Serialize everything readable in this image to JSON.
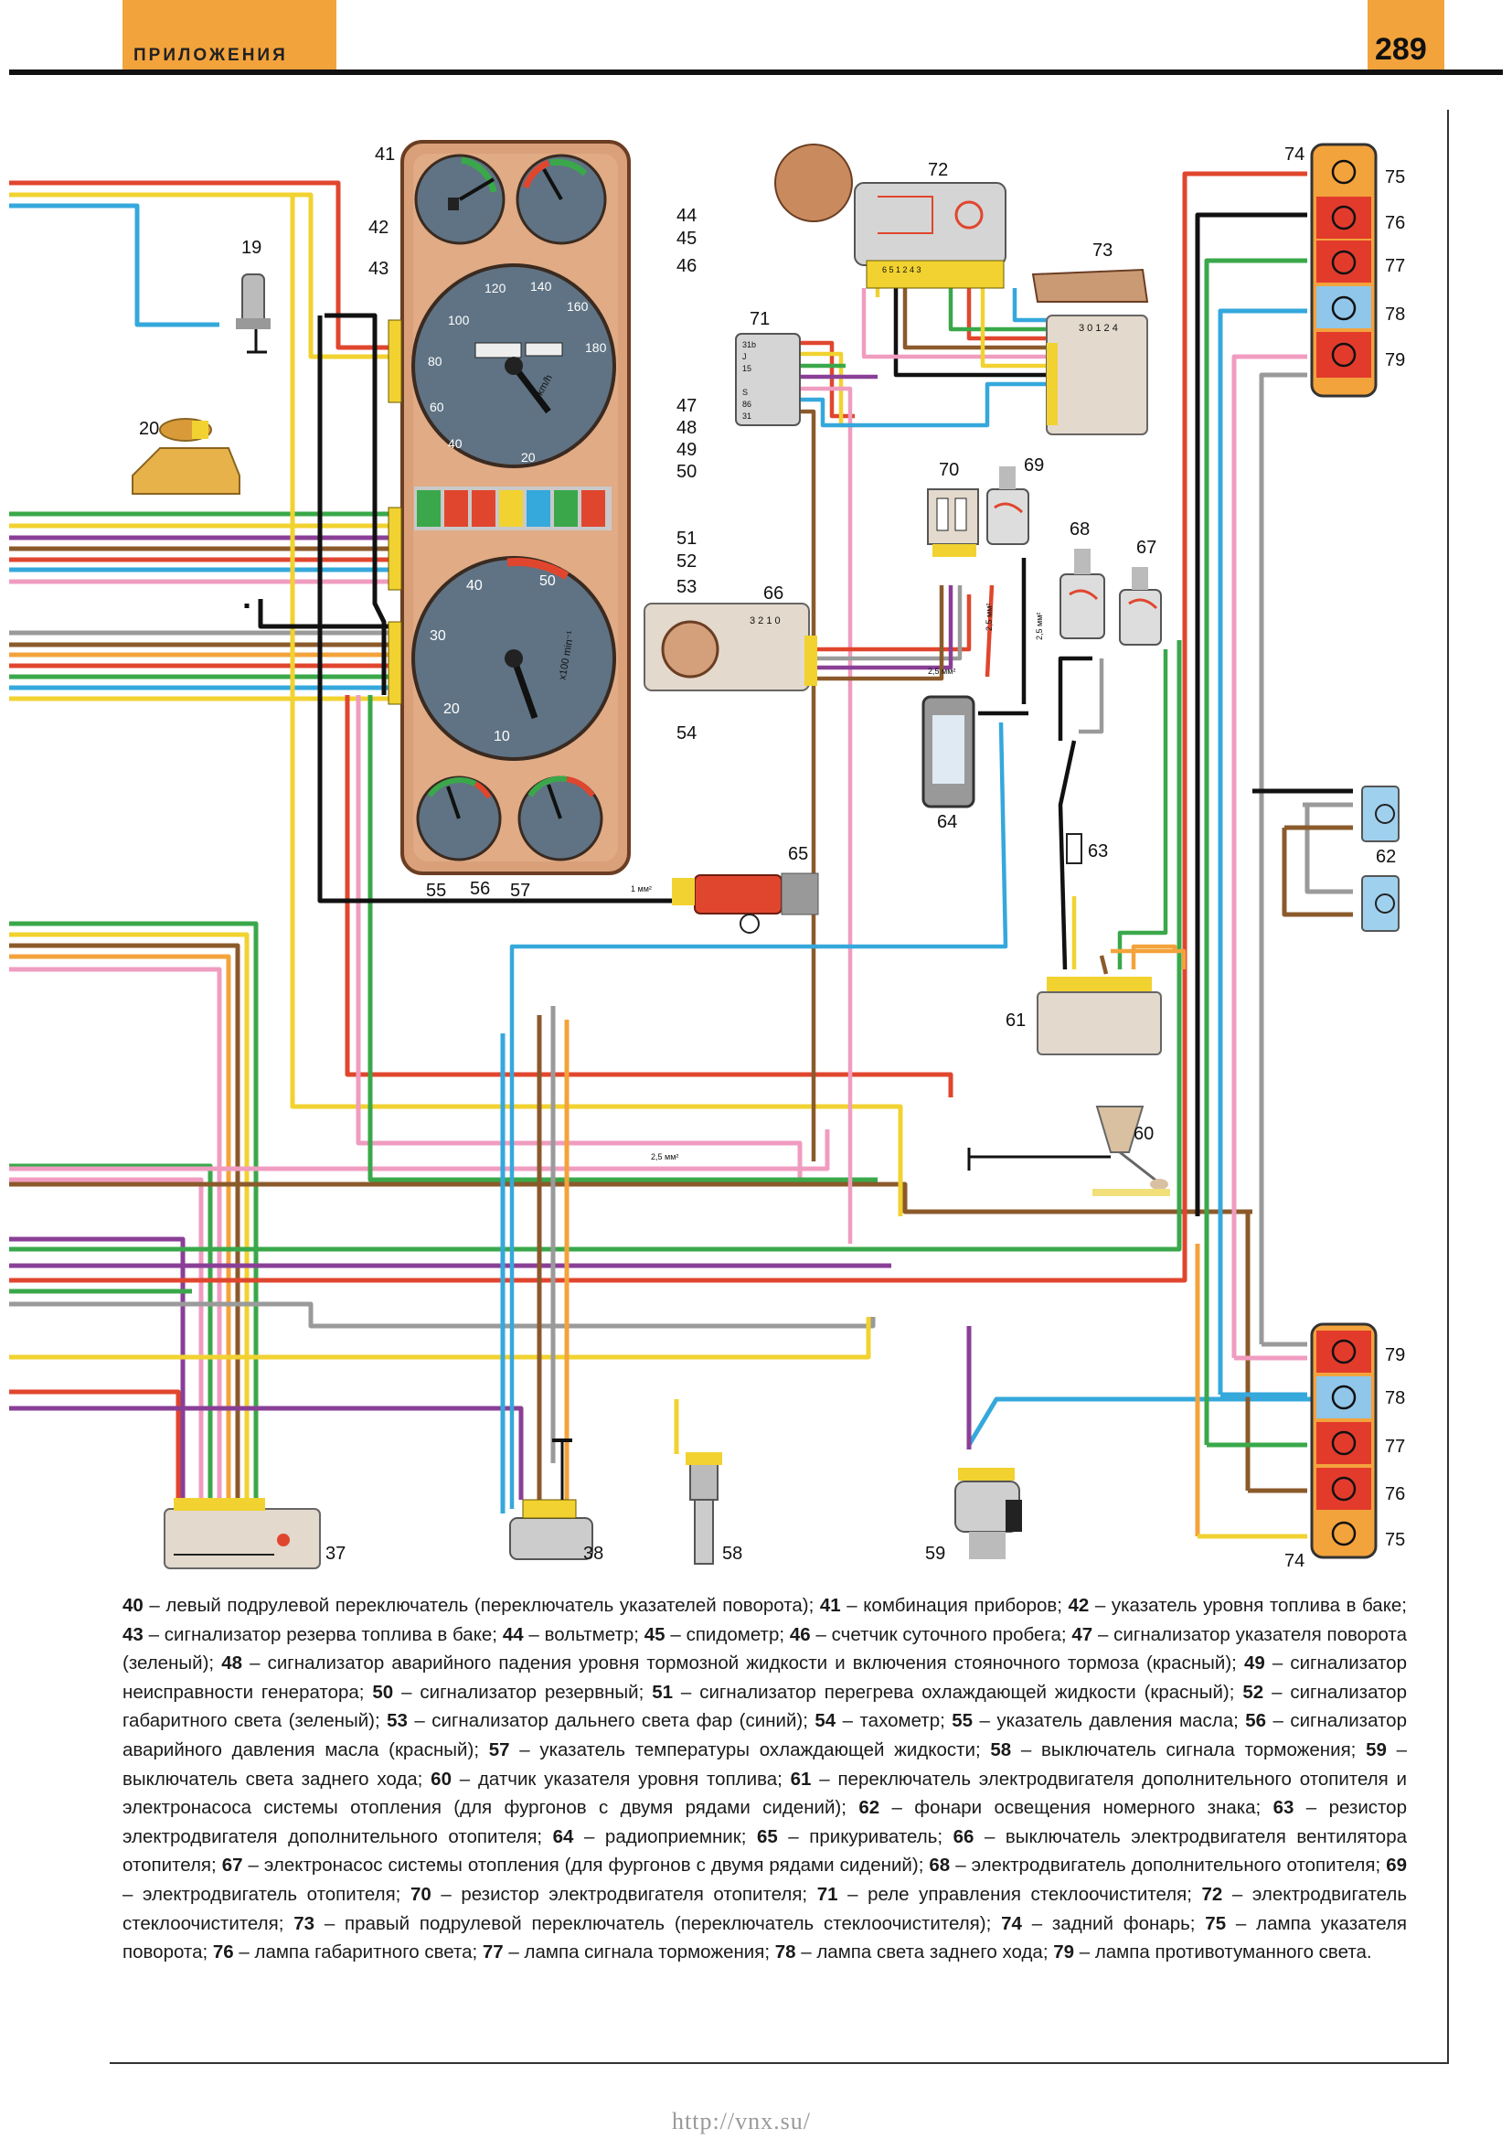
{
  "header": {
    "section": "ПРИЛОЖЕНИЯ",
    "page_number": "289"
  },
  "labels": {
    "n19": "19",
    "n20": "20",
    "n37": "37",
    "n38": "38",
    "n41": "41",
    "n42": "42",
    "n43": "43",
    "n44": "44",
    "n45": "45",
    "n46": "46",
    "n47": "47",
    "n48": "48",
    "n49": "49",
    "n50": "50",
    "n51": "51",
    "n52": "52",
    "n53": "53",
    "n54": "54",
    "n55": "55",
    "n56": "56",
    "n57": "57",
    "n58": "58",
    "n59": "59",
    "n60": "60",
    "n61": "61",
    "n62": "62",
    "n63": "63",
    "n64": "64",
    "n65": "65",
    "n66": "66",
    "n67": "67",
    "n68": "68",
    "n69": "69",
    "n70": "70",
    "n71": "71",
    "n72": "72",
    "n73": "73",
    "n74a": "74",
    "n74b": "74",
    "n75a": "75",
    "n76a": "76",
    "n77a": "77",
    "n78a": "78",
    "n79a": "79",
    "n75b": "75",
    "n76b": "76",
    "n77b": "77",
    "n78b": "78",
    "n79b": "79"
  },
  "wire_notes": {
    "w1": "2,5 мм²",
    "w2": "2,5 мм²",
    "w3": "2,5 мм²",
    "w4": "1 мм²",
    "w5": "2,5 мм²"
  },
  "relay71_pins": {
    "p31b": "31b",
    "pJ": "J",
    "p15": "15",
    "pS": "S",
    "p86": "86",
    "p31": "31"
  },
  "switch73_pins": {
    "row": "3 0 1 2 4"
  },
  "switch66_pins": {
    "row": "3 2 1 0"
  },
  "motor72_pins": {
    "row": "6 5 1 2 4 3"
  },
  "gauge_text": {
    "speed_unit": "km/h",
    "tacho_unit": "x100 min⁻¹"
  },
  "caption": [
    {
      "n": "40",
      "t": " – левый подрулевой переключатель (переключатель указателей поворота); "
    },
    {
      "n": "41",
      "t": " – комбинация приборов; "
    },
    {
      "n": "42",
      "t": " – указатель уровня топлива в баке; "
    },
    {
      "n": "43",
      "t": " – сигнализатор резерва топлива в баке; "
    },
    {
      "n": "44",
      "t": " – вольтметр; "
    },
    {
      "n": "45",
      "t": " – спидометр; "
    },
    {
      "n": "46",
      "t": " – счетчик суточного пробега; "
    },
    {
      "n": "47",
      "t": " – сигнализатор указателя поворота (зеленый); "
    },
    {
      "n": "48",
      "t": " – сигнализатор аварийного падения уровня тормозной жидкости и включения стояночного тормоза (красный); "
    },
    {
      "n": "49",
      "t": " – сигнализатор неисправности генератора; "
    },
    {
      "n": "50",
      "t": " – сигнализатор резервный; "
    },
    {
      "n": "51",
      "t": " – сигнализатор перегрева охлаждающей жидкости (красный); "
    },
    {
      "n": "52",
      "t": " – сигнализатор габаритного света (зеленый); "
    },
    {
      "n": "53",
      "t": " – сигнализатор дальнего света фар (синий); "
    },
    {
      "n": "54",
      "t": " – тахометр; "
    },
    {
      "n": "55",
      "t": " – указатель давления масла; "
    },
    {
      "n": "56",
      "t": " – сигнализатор аварийного давления масла (красный); "
    },
    {
      "n": "57",
      "t": " – указатель температуры охлаждающей жидкости; "
    },
    {
      "n": "58",
      "t": " – выключатель сигнала торможения; "
    },
    {
      "n": "59",
      "t": " – выключатель света заднего хода; "
    },
    {
      "n": "60",
      "t": " – датчик указателя уровня топлива; "
    },
    {
      "n": "61",
      "t": " – переключатель электродвигателя дополнительного отопителя и электронасоса системы отопления (для фургонов с двумя рядами сидений); "
    },
    {
      "n": "62",
      "t": " – фонари освещения номерного знака; "
    },
    {
      "n": "63",
      "t": " – резистор электродвигателя дополнительного отопителя; "
    },
    {
      "n": "64",
      "t": " – радиоприемник; "
    },
    {
      "n": "65",
      "t": " – прикуриватель; "
    },
    {
      "n": "66",
      "t": " – выключатель электродвигателя вентилятора отопителя; "
    },
    {
      "n": "67",
      "t": " – электронасос системы отопления (для фургонов с двумя рядами сидений); "
    },
    {
      "n": "68",
      "t": " – электродвигатель дополнительного отопителя; "
    },
    {
      "n": "69",
      "t": " – электродвигатель отопителя; "
    },
    {
      "n": "70",
      "t": " – резистор электродвигателя отопителя; "
    },
    {
      "n": "71",
      "t": " – реле управления стеклоочистителя; "
    },
    {
      "n": "72",
      "t": " – электродвигатель стеклоочистителя; "
    },
    {
      "n": "73",
      "t": " – правый подрулевой переключатель (переключатель стеклоочистителя); "
    },
    {
      "n": "74",
      "t": " – задний фонарь; "
    },
    {
      "n": "75",
      "t": " – лампа указателя поворота; "
    },
    {
      "n": "76",
      "t": " – лампа габаритного света; "
    },
    {
      "n": "77",
      "t": " – лампа сигнала торможения; "
    },
    {
      "n": "78",
      "t": " – лампа света заднего хода; "
    },
    {
      "n": "79",
      "t": " – лампа противотуманного света."
    }
  ],
  "footer": {
    "url": "http://vnx.su/"
  },
  "colors": {
    "orange": "#f3a33c",
    "red": "#e0462e",
    "green": "#3aa84a",
    "blue": "#35a8dc",
    "yellow": "#f1d230",
    "brown": "#8b5a2b",
    "pink": "#f09cc0",
    "violet": "#8a3f97",
    "gray": "#9a9a9a",
    "black": "#111111",
    "panel": "#d9a07a",
    "lamp_red": "#e23b2c",
    "lamp_blue": "#8fc6ea"
  }
}
